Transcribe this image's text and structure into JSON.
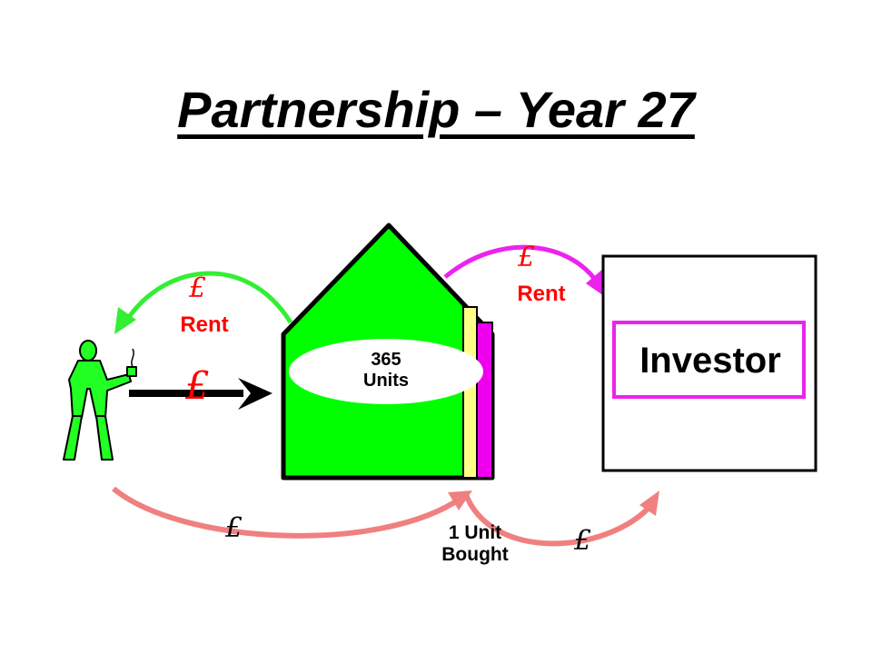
{
  "title": "Partnership – Year 27",
  "house": {
    "units_line1": "365",
    "units_line2": "Units"
  },
  "investor": {
    "label": "Investor"
  },
  "flows": {
    "rent_left_symbol": "£",
    "rent_left_label": "Rent",
    "rent_right_symbol": "£",
    "rent_right_label": "Rent",
    "person_payment_symbol": "£",
    "bottom_left_symbol": "£",
    "bottom_right_symbol": "£",
    "unit_bought_line1": "1 Unit",
    "unit_bought_line2": "Bought"
  },
  "colors": {
    "house_green": "#00ff00",
    "rent_green": "#33ee33",
    "rent_magenta": "#ee22ee",
    "investor_border": "#ee22ee",
    "bottom_arrow": "#f08080",
    "pound_red": "#ff0000",
    "strip_yellow": "#ffff88",
    "strip_magenta": "#ee00ee",
    "person_green": "#22ff22"
  }
}
